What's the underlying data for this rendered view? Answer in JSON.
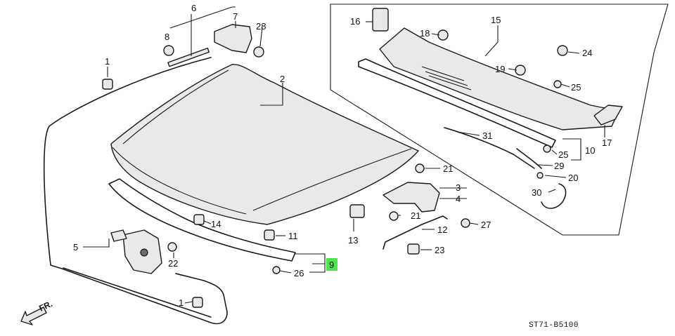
{
  "diagram": {
    "drawing_code": "ST71-B5100",
    "front_indicator": "FR.",
    "highlight_color": "#4fe34f",
    "callouts": {
      "c1a": "1",
      "c1b": "1",
      "c2": "2",
      "c3": "3",
      "c4": "4",
      "c5": "5",
      "c6": "6",
      "c7": "7",
      "c8": "8",
      "c9": "9",
      "c10": "10",
      "c11": "11",
      "c12": "12",
      "c13": "13",
      "c14": "14",
      "c15": "15",
      "c16": "16",
      "c17": "17",
      "c18": "18",
      "c19": "19",
      "c20": "20",
      "c21a": "21",
      "c21b": "21",
      "c22": "22",
      "c23": "23",
      "c24": "24",
      "c25a": "25",
      "c25b": "25",
      "c26": "26",
      "c27": "27",
      "c28": "28",
      "c29": "29",
      "c30": "30",
      "c31": "31"
    }
  }
}
